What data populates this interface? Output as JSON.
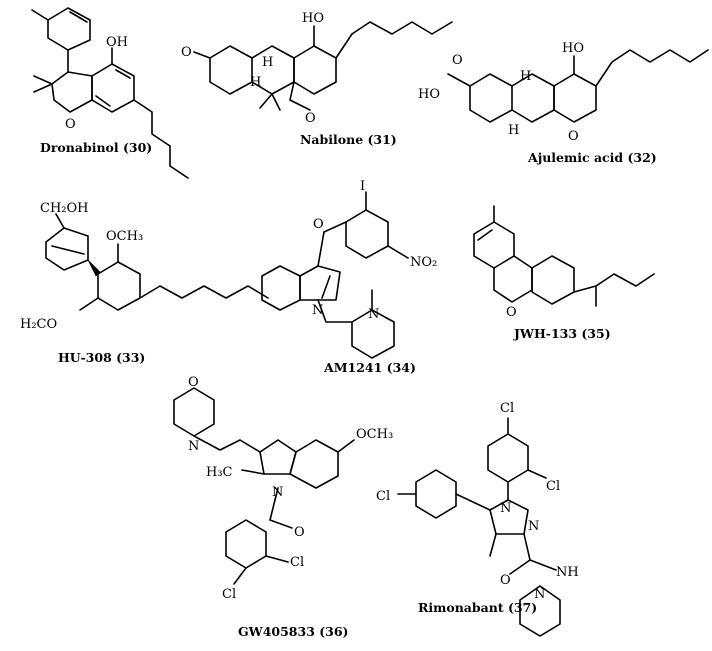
{
  "figure": {
    "compounds": [
      {
        "id": "dronabinol",
        "caption": "Dronabinol (30)",
        "atoms": {
          "oh": "OH",
          "o": "O"
        }
      },
      {
        "id": "nabilone",
        "caption": "Nabilone (31)",
        "atoms": {
          "oh": "HO",
          "ketone": "O",
          "o": "O",
          "h1": "H",
          "h2": "H"
        }
      },
      {
        "id": "ajulemic",
        "caption": "Ajulemic acid (32)",
        "atoms": {
          "oh": "HO",
          "acid_o": "O",
          "acid_ho": "HO",
          "o": "O",
          "h1": "H",
          "h2": "H"
        }
      },
      {
        "id": "hu308",
        "caption": "HU-308 (33)",
        "atoms": {
          "ch2oh": "CH₂OH",
          "och3": "OCH₃",
          "h2co": "H₂CO"
        }
      },
      {
        "id": "am1241",
        "caption": "AM1241 (34)",
        "atoms": {
          "i": "I",
          "o": "O",
          "no2": "NO₂",
          "n1": "N",
          "n2": "N"
        }
      },
      {
        "id": "jwh133",
        "caption": "JWH-133 (35)",
        "atoms": {
          "o": "O"
        }
      },
      {
        "id": "gw405833",
        "caption": "GW405833 (36)",
        "atoms": {
          "o_morph": "O",
          "n_morph": "N",
          "och3": "OCH₃",
          "ch3": "H₃C",
          "n_ind": "N",
          "o": "O",
          "cl1": "Cl",
          "cl2": "Cl"
        }
      },
      {
        "id": "rimonabant",
        "caption": "Rimonabant (37)",
        "atoms": {
          "cl1": "Cl",
          "cl2": "Cl",
          "cl3": "Cl",
          "n1": "N",
          "n2": "N",
          "o": "O",
          "nh": "NH",
          "n3": "N"
        }
      }
    ]
  }
}
